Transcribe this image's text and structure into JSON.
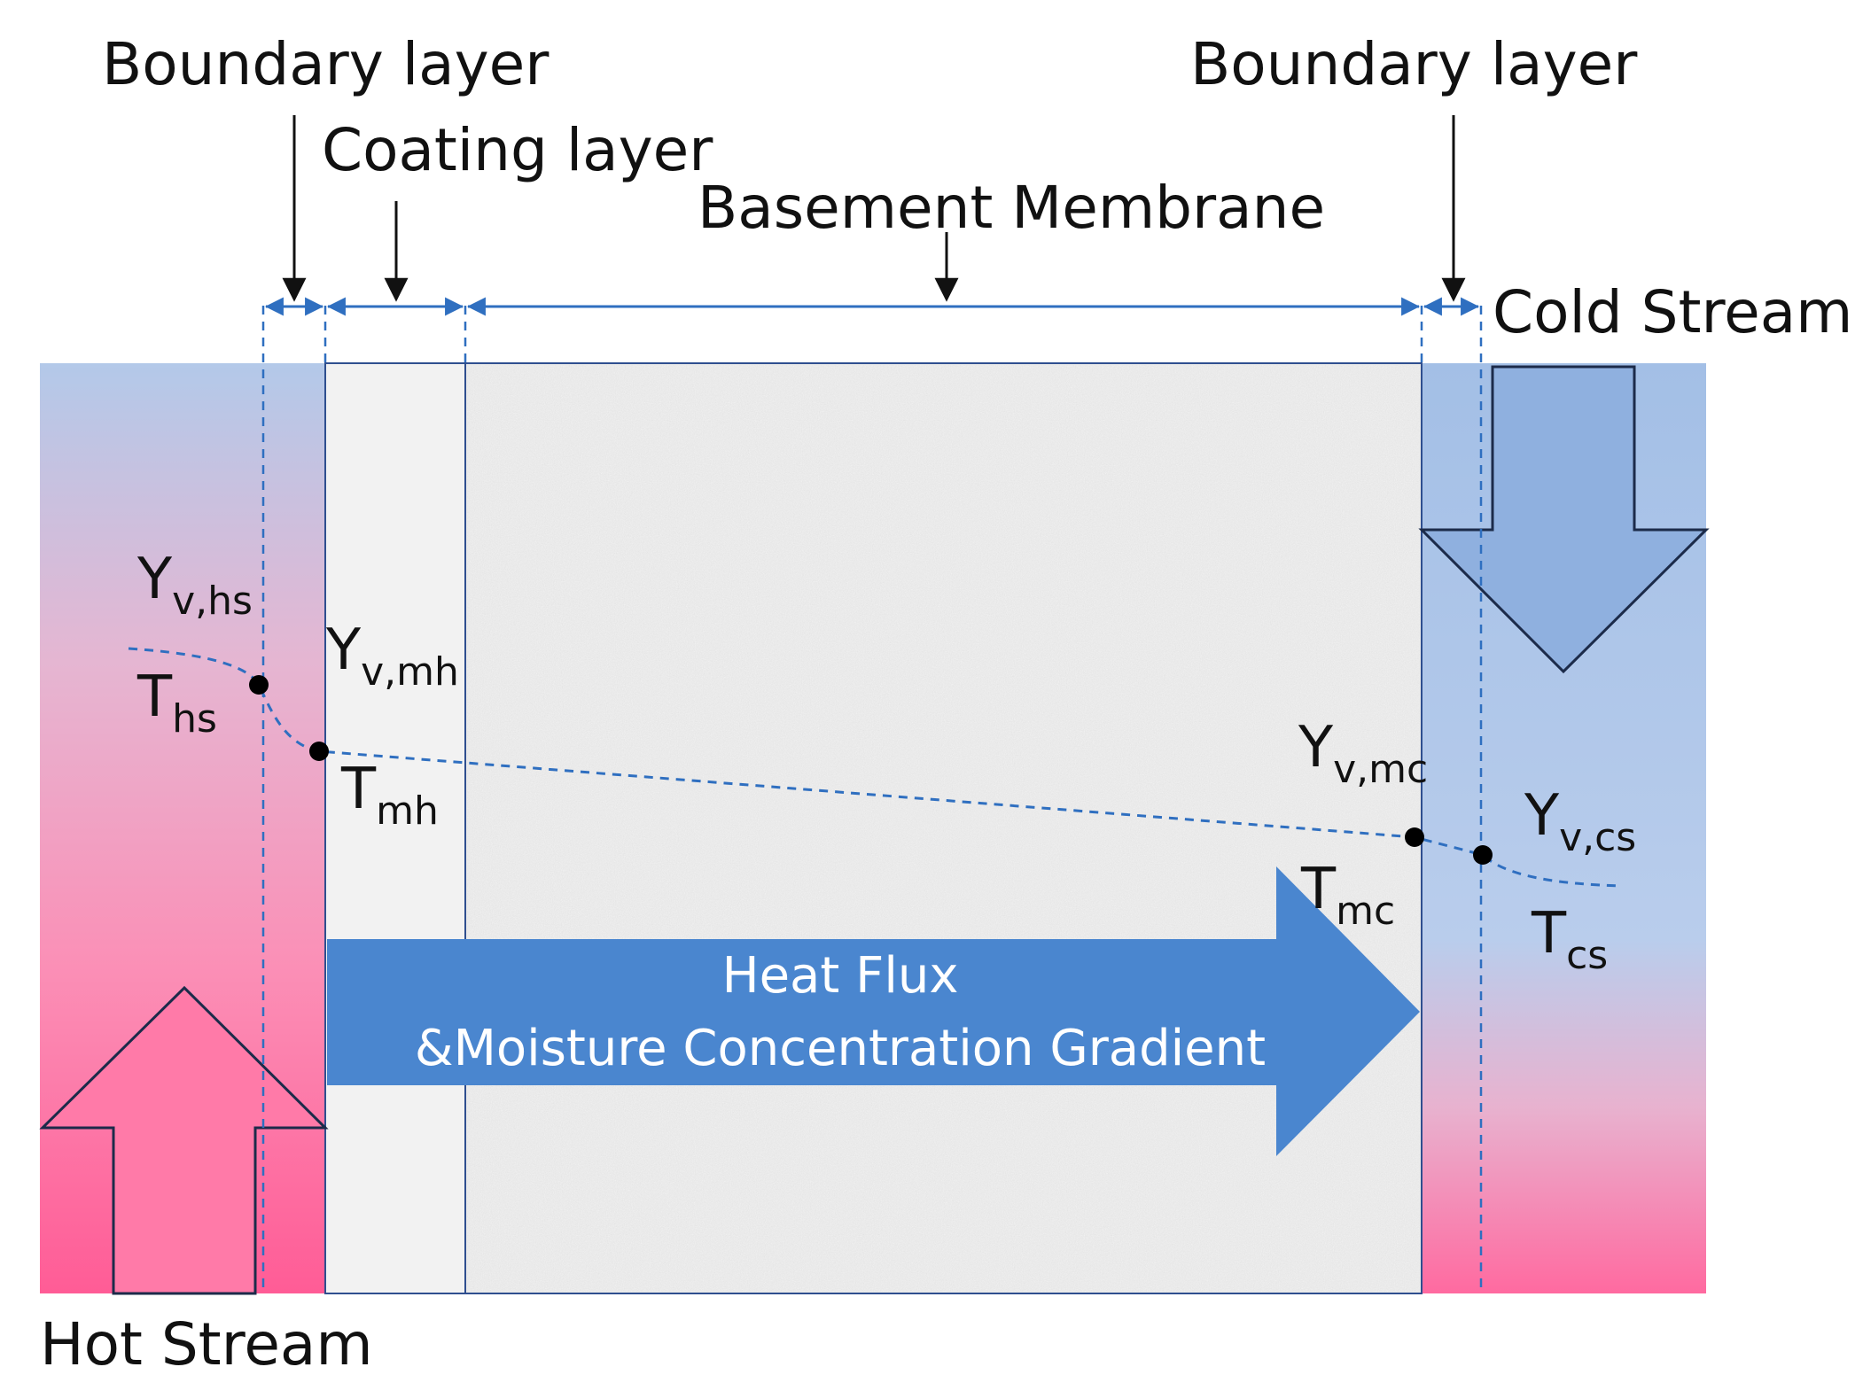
{
  "labels": {
    "boundary_left": "Boundary layer",
    "boundary_right": "Boundary layer",
    "coating": "Coating layer",
    "basement": "Basement Membrane",
    "cold_stream": "Cold Stream",
    "hot_stream": "Hot Stream"
  },
  "flux": {
    "line1": "Heat Flux",
    "line2": "&Moisture Concentration Gradient"
  },
  "symbols": {
    "yhs": {
      "base": "Y",
      "sub": "v,hs"
    },
    "ths": {
      "base": "T",
      "sub": "hs"
    },
    "ymh": {
      "base": "Y",
      "sub": "v,mh"
    },
    "tmh": {
      "base": "T",
      "sub": "mh"
    },
    "ymc": {
      "base": "Y",
      "sub": "v,mc"
    },
    "tmc": {
      "base": "T",
      "sub": "mc"
    },
    "ycs": {
      "base": "Y",
      "sub": "v,cs"
    },
    "tcs": {
      "base": "T",
      "sub": "cs"
    }
  },
  "colors": {
    "hot": "#ff69a0",
    "cold": "#a9c3e8",
    "flux_arrow": "#4a86cf",
    "dimension": "#2f6fc0",
    "coating": "#f2f2f2",
    "membrane": "#e9e9e9"
  }
}
